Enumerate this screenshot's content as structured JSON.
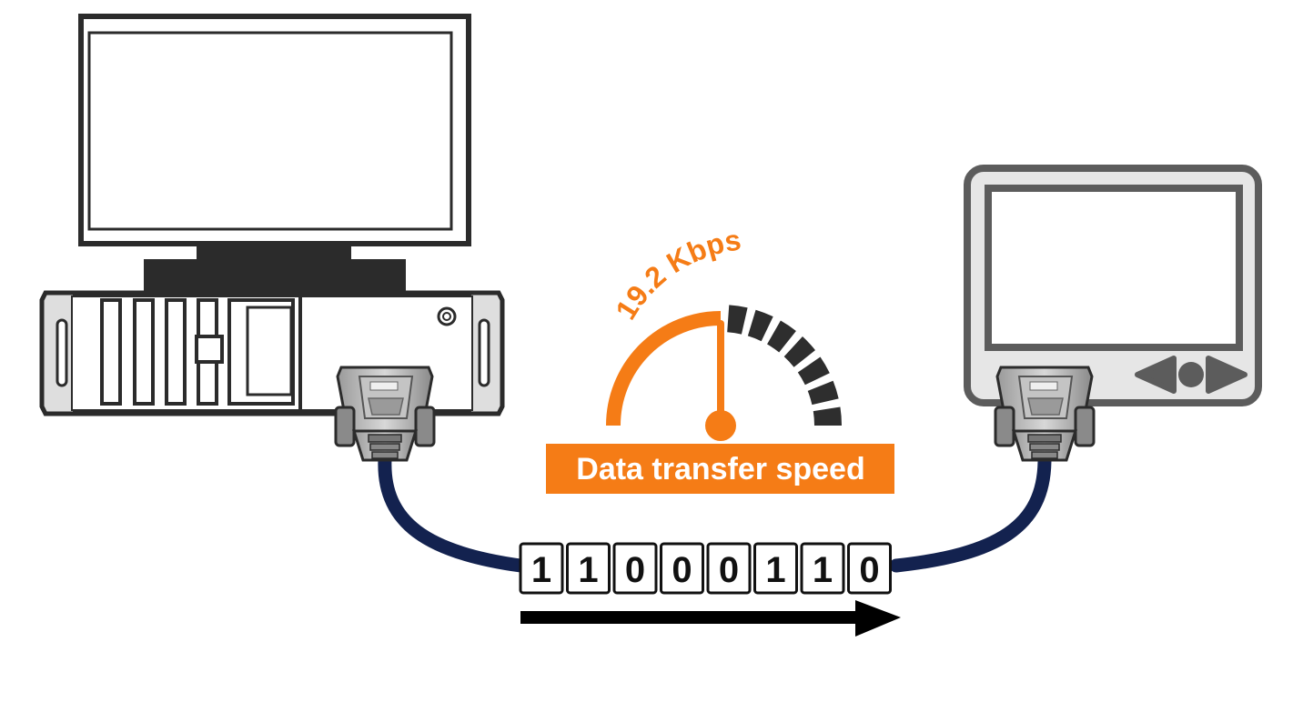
{
  "diagram": {
    "speed_label": "19.2 Kbps",
    "caption": "Data transfer speed",
    "bits": [
      "1",
      "1",
      "0",
      "0",
      "0",
      "1",
      "1",
      "0"
    ],
    "gauge_level": 0.5,
    "direction": "left-to-right",
    "colors": {
      "accent": "#f57c16",
      "cable": "#13224f",
      "device_outline": "#2b2b2b",
      "panel_frame": "#5c5c5c",
      "panel_fill": "#e6e6e6",
      "gauge_inactive": "#2e2e2e"
    },
    "icons": {
      "pc": "desktop-computer-icon",
      "hmi": "touch-panel-icon",
      "connector": "db9-serial-connector-icon",
      "gauge": "speedometer-icon",
      "arrow": "arrow-right-icon"
    }
  }
}
